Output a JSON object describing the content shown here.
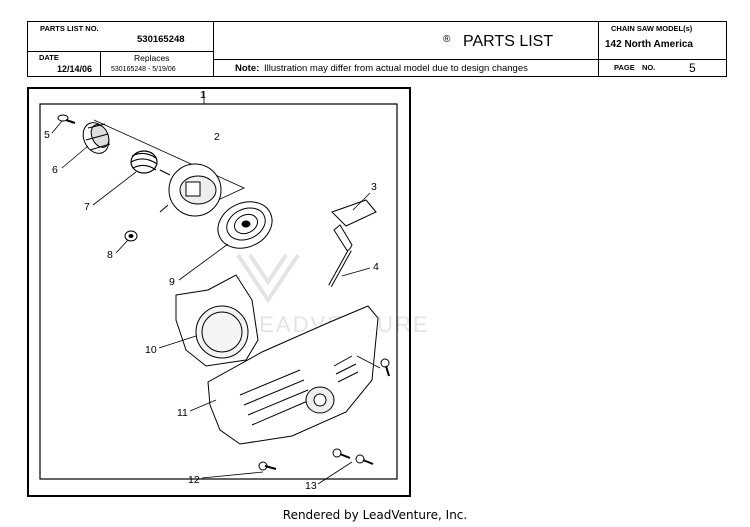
{
  "header": {
    "parts_list_no_label": "PARTS LIST NO.",
    "parts_list_no": "530165248",
    "date_label": "DATE",
    "date": "12/14/06",
    "replaces_label": "Replaces",
    "replaces": "530165248 - 5/19/06",
    "registered_mark": "®",
    "title": "PARTS LIST",
    "note_label": "Note:",
    "note": "Illustration may differ from actual model due to design changes",
    "model_label": "CHAIN SAW MODEL(s)",
    "model": "142 North America",
    "page_label": "PAGE",
    "no_label": "NO.",
    "page_no": "5"
  },
  "diagram": {
    "callouts": [
      "1",
      "2",
      "3",
      "4",
      "5",
      "6",
      "7",
      "8",
      "9",
      "10",
      "11",
      "12",
      "13"
    ],
    "watermark": "LEADVENTURE"
  },
  "footer": {
    "text": "Rendered by LeadVenture, Inc."
  }
}
